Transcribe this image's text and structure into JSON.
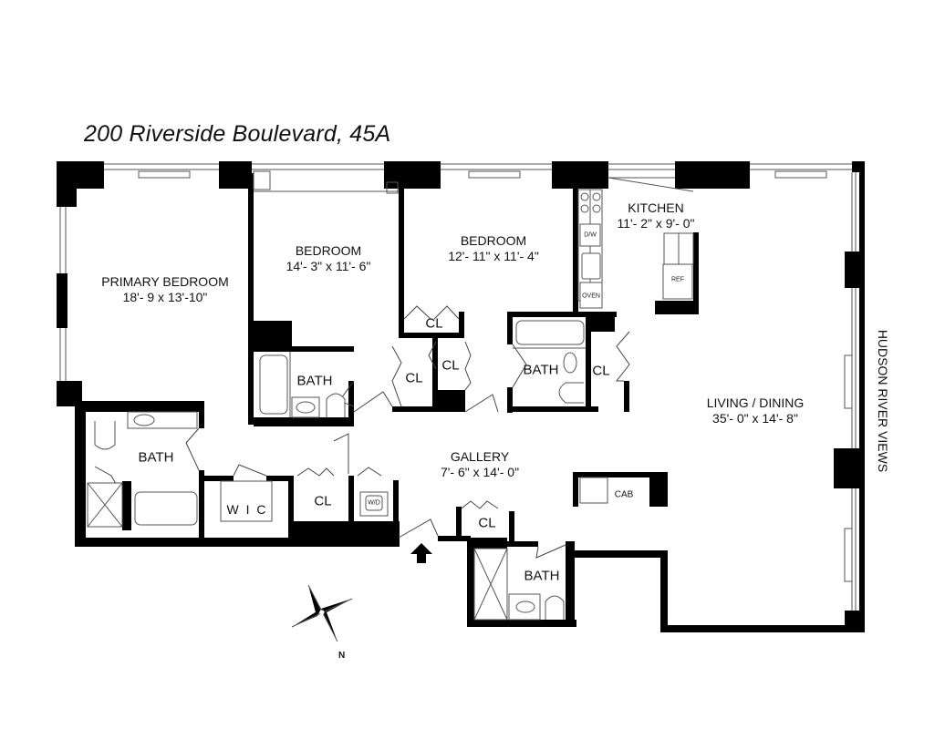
{
  "title": "200 Riverside Boulevard, 45A",
  "rooms": {
    "primary_bedroom": {
      "name": "PRIMARY BEDROOM",
      "dim": "18'- 9 x 13'-10\""
    },
    "bedroom_2": {
      "name": "BEDROOM",
      "dim": "14'- 3\" x 11'- 6\""
    },
    "bedroom_3": {
      "name": "BEDROOM",
      "dim": "12'- 11\" x 11'- 4\""
    },
    "kitchen": {
      "name": "KITCHEN",
      "dim": "11'- 2\" x 9'- 0\""
    },
    "living_dining": {
      "name": "LIVING / DINING",
      "dim": "35'- 0\" x 14'- 8\""
    },
    "gallery": {
      "name": "GALLERY",
      "dim": "7'- 6\" x 14'- 0\""
    }
  },
  "small_labels": {
    "bath": "BATH",
    "closet": "CL",
    "wic": "W I C"
  },
  "fixtures": {
    "dishwasher": "D/W",
    "oven": "OVEN",
    "refrigerator": "REF",
    "washer_dryer": "W/D",
    "cabinet": "CAB"
  },
  "annotations": {
    "views": "HUDSON RIVER VIEWS",
    "north": "N"
  },
  "colors": {
    "wall": "#000000",
    "background": "#ffffff",
    "line": "#444444"
  }
}
